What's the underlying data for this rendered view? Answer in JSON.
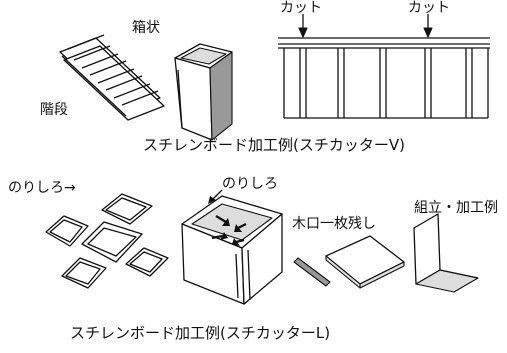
{
  "top": {
    "stairs_label": "階段",
    "box_label": "箱状",
    "cut_label_left": "カット",
    "cut_label_right": "カット",
    "caption": "スチレンボード加工例(スチカッターV)"
  },
  "bottom": {
    "margin_label_left": "のりしろ→",
    "margin_label_center": "のりしろ",
    "wood_label": "木口一枚残し",
    "assembly_label": "組立・加工例",
    "caption": "スチレンボード加工例(スチカッターL)"
  },
  "colors": {
    "ink": "#111111",
    "paper": "#ffffff",
    "shade_light": "#dddddd",
    "shade_dark": "#999999"
  }
}
